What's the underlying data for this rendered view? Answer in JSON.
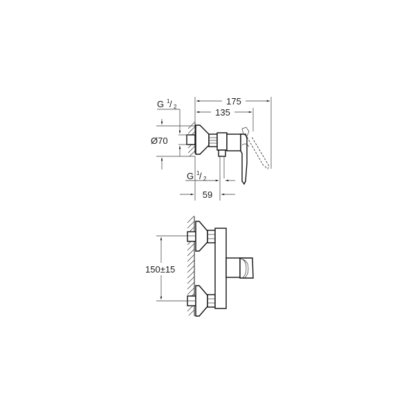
{
  "drawing": {
    "title": "Shower mixer dimensional drawing",
    "side_view": {
      "dim_overall_depth": "175",
      "dim_lever_depth": "135",
      "dim_flange_diameter": "Ø70",
      "dim_inlet_thread_prefix": "G",
      "dim_inlet_thread_num": "1",
      "dim_inlet_thread_den": "2",
      "dim_outlet_thread_prefix": "G",
      "dim_outlet_thread_num": "1",
      "dim_outlet_thread_den": "2",
      "dim_outlet_offset": "59"
    },
    "front_view": {
      "dim_inlet_spacing": "150±15"
    },
    "colors": {
      "line": "#1a1a1a",
      "background": "#ffffff"
    }
  }
}
